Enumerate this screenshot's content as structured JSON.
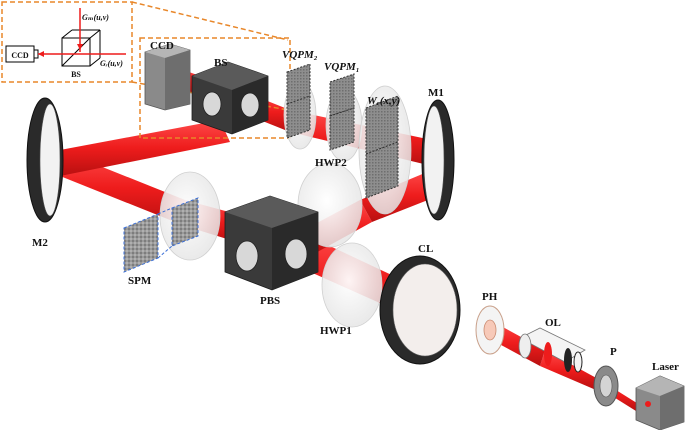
{
  "labels": {
    "ccd": "CCD",
    "bs": "BS",
    "m1": "M1",
    "m2": "M2",
    "vqpm2": "VQPM₂",
    "vqpm1": "VQPM₁",
    "we": "Wₑ(x,y)",
    "hwp2": "HWP2",
    "hwp1": "HWP1",
    "spm": "SPM",
    "pbs": "PBS",
    "cl": "CL",
    "ph": "PH",
    "ol": "OL",
    "p": "P",
    "laser": "Laser"
  },
  "inset": {
    "ccd": "CCD",
    "bs": "BS",
    "gm": "Gₘ(u,v)",
    "gr": "Gᵣ(u,v)"
  },
  "colors": {
    "beam": "#ee1c1c",
    "beam_dark": "#c41414",
    "inset_border": "#e8872a",
    "spm_border": "#3a6fd8",
    "gray_plate": "#8a8a8a",
    "dark_body": "#3a3a3a"
  }
}
